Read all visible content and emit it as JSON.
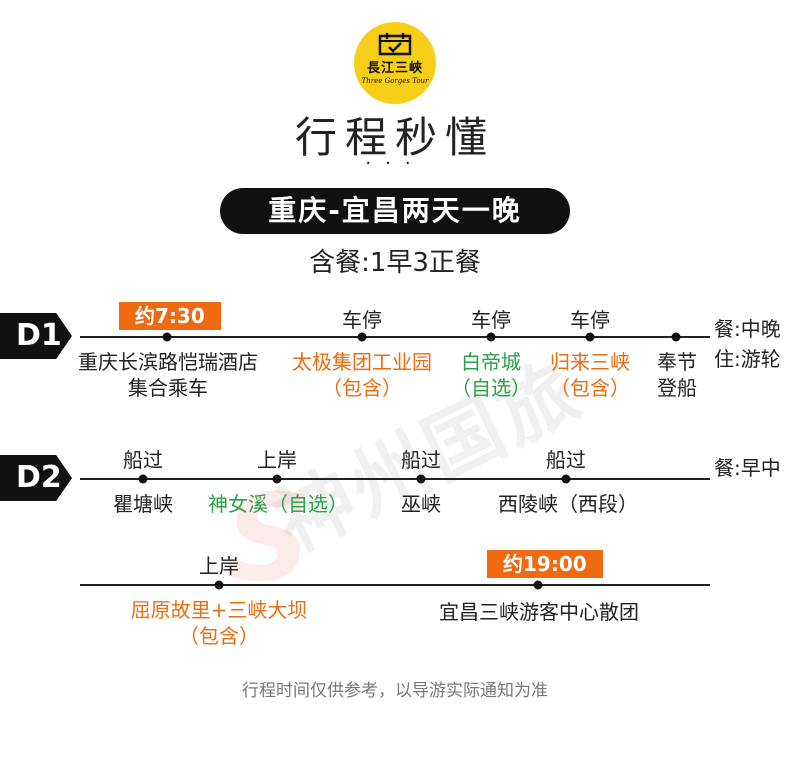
{
  "logo": {
    "brand": "長江三峽",
    "tagline": "Three Gorges Tour",
    "icon": "calendar-check-icon",
    "color": "#f6cd17"
  },
  "title": "行程秒懂",
  "dots": "···",
  "route": "重庆-宜昌两天一晚",
  "meals_summary": "含餐:1早3正餐",
  "watermark": "神州国旅",
  "accent_colors": {
    "orange": "#ea6d10",
    "green": "#2aa14a",
    "badge": "#ef6a10"
  },
  "day1": {
    "tag": "D1",
    "time": "约7:30",
    "stops": [
      {
        "above": "",
        "lines": [
          "重庆长滨路恺瑞酒店",
          "集合乘车"
        ]
      },
      {
        "above": "车停",
        "lines": [
          "太极集团工业园",
          "（包含）"
        ]
      },
      {
        "above": "车停",
        "lines": [
          "白帝城",
          "（自选）"
        ]
      },
      {
        "above": "车停",
        "lines": [
          "归来三峡",
          "（包含）"
        ]
      },
      {
        "above": "",
        "lines": [
          "奉节",
          "登船"
        ]
      }
    ],
    "meal": "餐:中晚",
    "stay": "住:游轮"
  },
  "day2": {
    "tag": "D2",
    "stops": [
      {
        "above": "船过",
        "lines": [
          "瞿塘峡"
        ]
      },
      {
        "above": "上岸",
        "lines": [
          "神女溪（自选）"
        ]
      },
      {
        "above": "船过",
        "lines": [
          "巫峡"
        ]
      },
      {
        "above": "船过",
        "lines": [
          "西陵峡（西段）"
        ]
      }
    ],
    "meal": "餐:早中",
    "stops_row2": [
      {
        "above": "上岸",
        "lines": [
          "屈原故里+三峡大坝",
          "（包含）"
        ]
      }
    ],
    "time_end": "约19:00",
    "end_label": "宜昌三峡游客中心散团"
  },
  "footnote": "行程时间仅供参考，以导游实际通知为准"
}
